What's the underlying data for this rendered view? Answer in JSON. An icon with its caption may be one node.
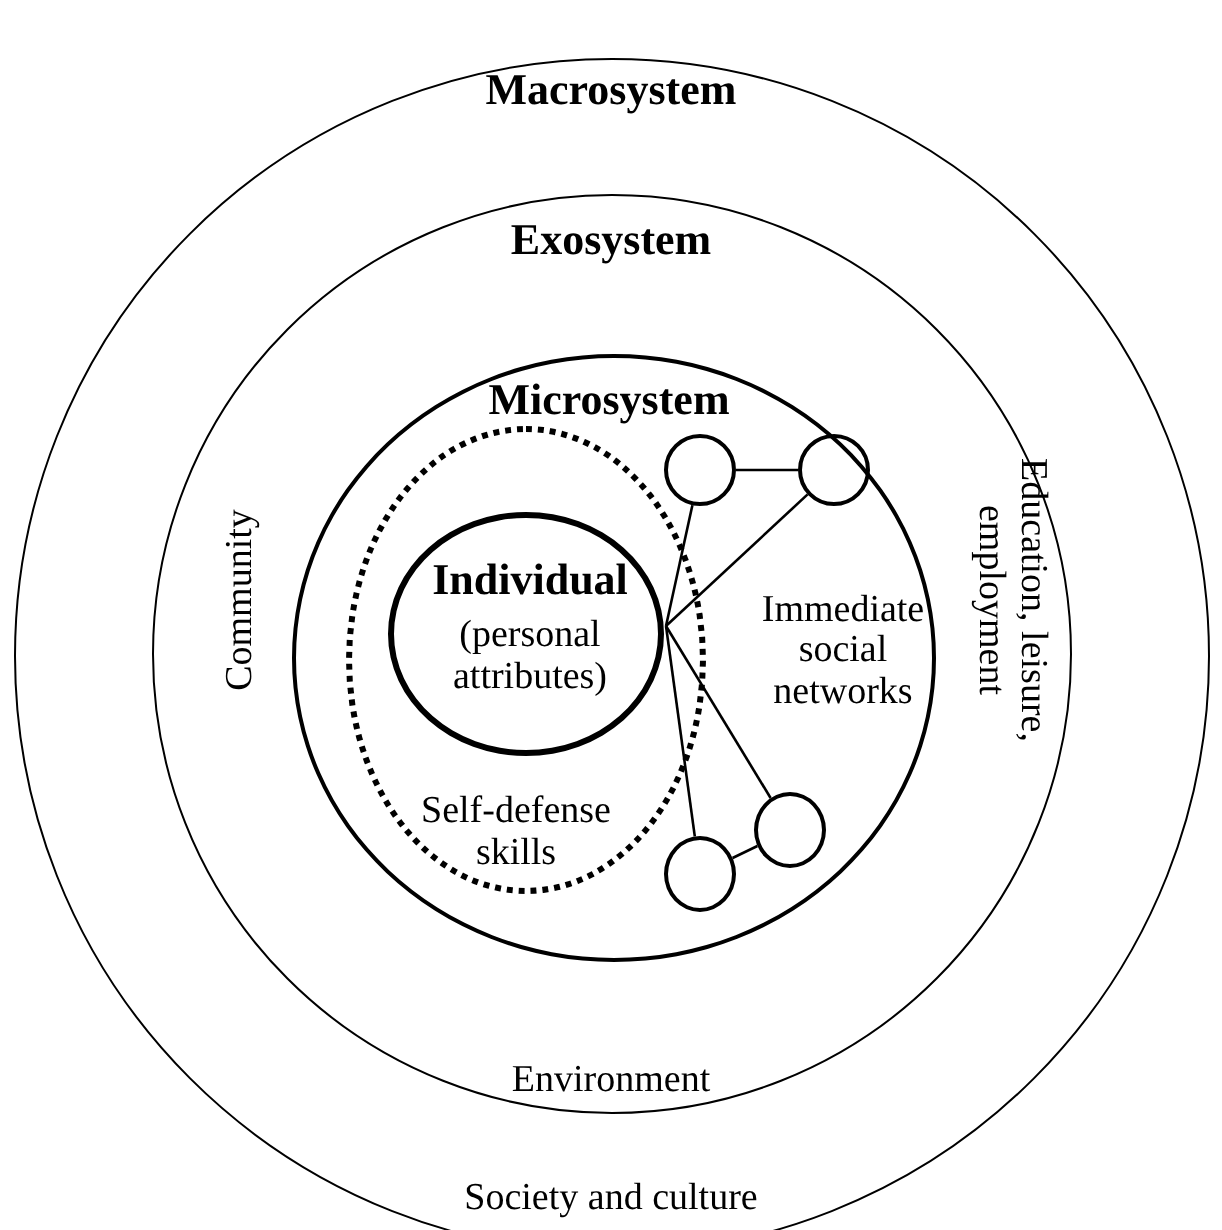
{
  "diagram": {
    "nodes": [
      {
        "text": [
          "Macrosystem",
          "Society and culture"
        ]
      },
      {
        "text": [
          "Exosystem",
          "Community",
          "Education, leisure, employment",
          "Environment"
        ],
        "in": 0
      },
      {
        "text": [
          "Microsystem",
          "Immediate social networks"
        ],
        "in": 1
      },
      {
        "text": [
          "Self-defense skills"
        ],
        "in": 2
      },
      {
        "text": [
          "Individual",
          "(personal attributes)"
        ],
        "in": 3
      },
      {
        "text": [],
        "shape": "circle",
        "in": 2
      },
      {
        "text": [],
        "shape": "circle",
        "in": 2
      },
      {
        "text": [],
        "shape": "circle",
        "in": 2
      },
      {
        "text": [],
        "shape": "circle",
        "in": 2
      }
    ],
    "edges": [
      {
        "from": 5,
        "to": 6,
        "arrow": "none"
      },
      {
        "from": 4,
        "to": 5,
        "arrow": "none"
      },
      {
        "from": 4,
        "to": 6,
        "arrow": "none"
      },
      {
        "from": 4,
        "to": 7,
        "arrow": "none"
      },
      {
        "from": 4,
        "to": 8,
        "arrow": "none"
      },
      {
        "from": 8,
        "to": 7,
        "arrow": "none"
      }
    ]
  }
}
